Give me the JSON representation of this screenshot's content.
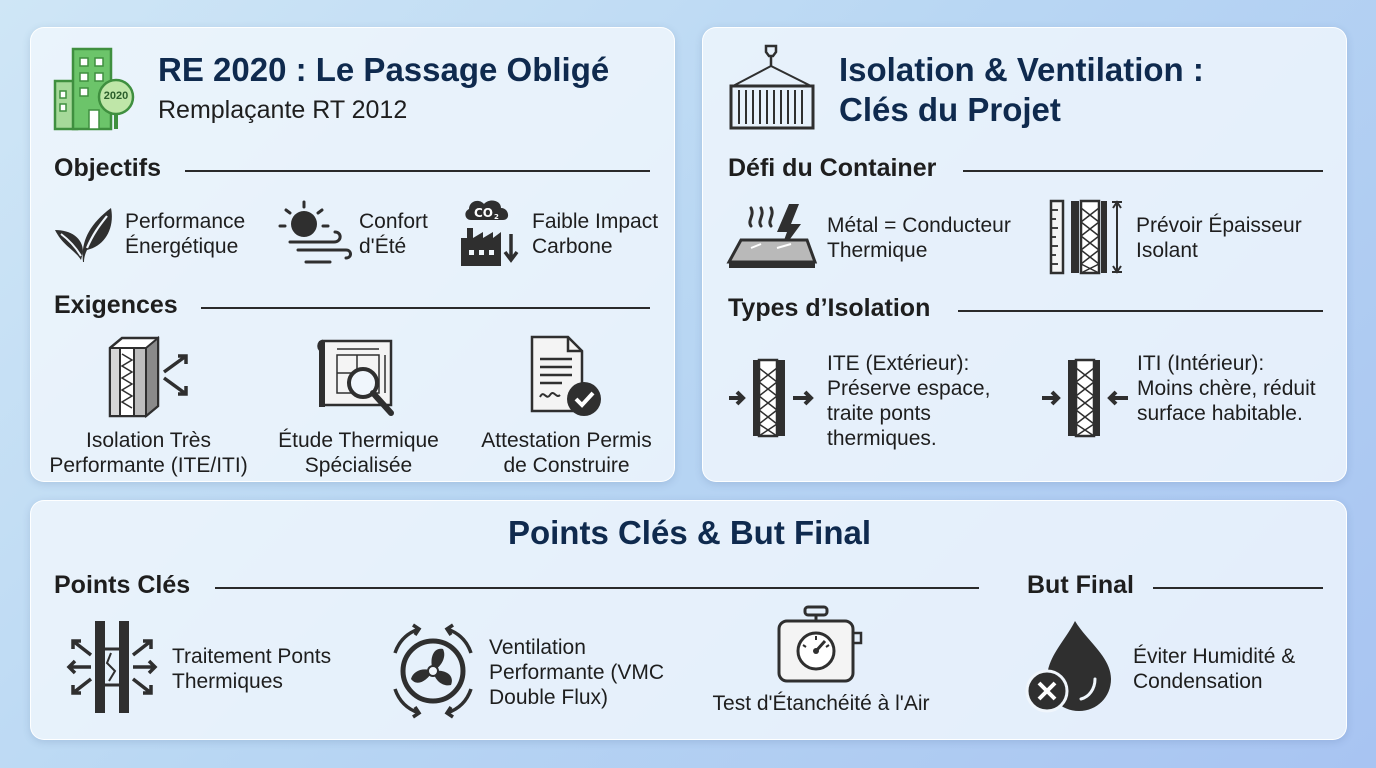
{
  "re2020": {
    "title": "RE 2020 : Le Passage Obligé",
    "subtitle": "Remplaçante RT 2012",
    "badge": "2020",
    "objectifs_heading": "Objectifs",
    "objectifs": [
      {
        "line1": "Performance",
        "line2": "Énergétique",
        "icon": "leaf-icon"
      },
      {
        "line1": "Confort",
        "line2": "d'Été",
        "icon": "sun-wind-icon"
      },
      {
        "line1": "Faible Impact",
        "line2": "Carbone",
        "icon": "co2-factory-icon"
      }
    ],
    "exigences_heading": "Exigences",
    "exigences": [
      {
        "line1": "Isolation Très",
        "line2": "Performante (ITE/ITI)",
        "icon": "insulation-wall-icon"
      },
      {
        "line1": "Étude Thermique",
        "line2": "Spécialisée",
        "icon": "blueprint-magnifier-icon"
      },
      {
        "line1": "Attestation Permis",
        "line2": "de Construire",
        "icon": "document-check-icon"
      }
    ]
  },
  "isolation": {
    "title_line1": "Isolation & Ventilation :",
    "title_line2": "Clés du Projet",
    "defi_heading": "Défi du Container",
    "defi": [
      {
        "line1": "Métal = Conducteur",
        "line2": "Thermique",
        "icon": "hot-metal-icon"
      },
      {
        "line1": "Prévoir Épaisseur",
        "line2": "Isolant",
        "icon": "thickness-ruler-icon"
      }
    ],
    "types_heading": "Types d’Isolation",
    "types": [
      {
        "line1": "ITE (Extérieur):",
        "line2": "Préserve espace,",
        "line3": "traite ponts",
        "line4": "thermiques.",
        "icon": "ite-wall-icon"
      },
      {
        "line1": "ITI (Intérieur):",
        "line2": "Moins chère, réduit",
        "line3": "surface habitable.",
        "icon": "iti-wall-icon"
      }
    ]
  },
  "points": {
    "title": "Points Clés & But Final",
    "cles_heading": "Points Clés",
    "cles": [
      {
        "line1": "Traitement Ponts",
        "line2": "Thermiques",
        "icon": "thermal-bridge-icon"
      },
      {
        "line1": "Ventilation",
        "line2": "Performante (VMC",
        "line3": "Double Flux)",
        "icon": "fan-cycle-icon"
      },
      {
        "line1": "Test d'Étanchéité à l'Air",
        "icon": "pressure-gauge-icon"
      }
    ],
    "but_heading": "But Final",
    "but": {
      "line1": "Éviter Humidité &",
      "line2": "Condensation",
      "icon": "water-drop-cross-icon"
    }
  },
  "colors": {
    "title_navy": "#0f2a4e",
    "icon_dark": "#2f2f2f",
    "building_green": "#5cb85c"
  }
}
